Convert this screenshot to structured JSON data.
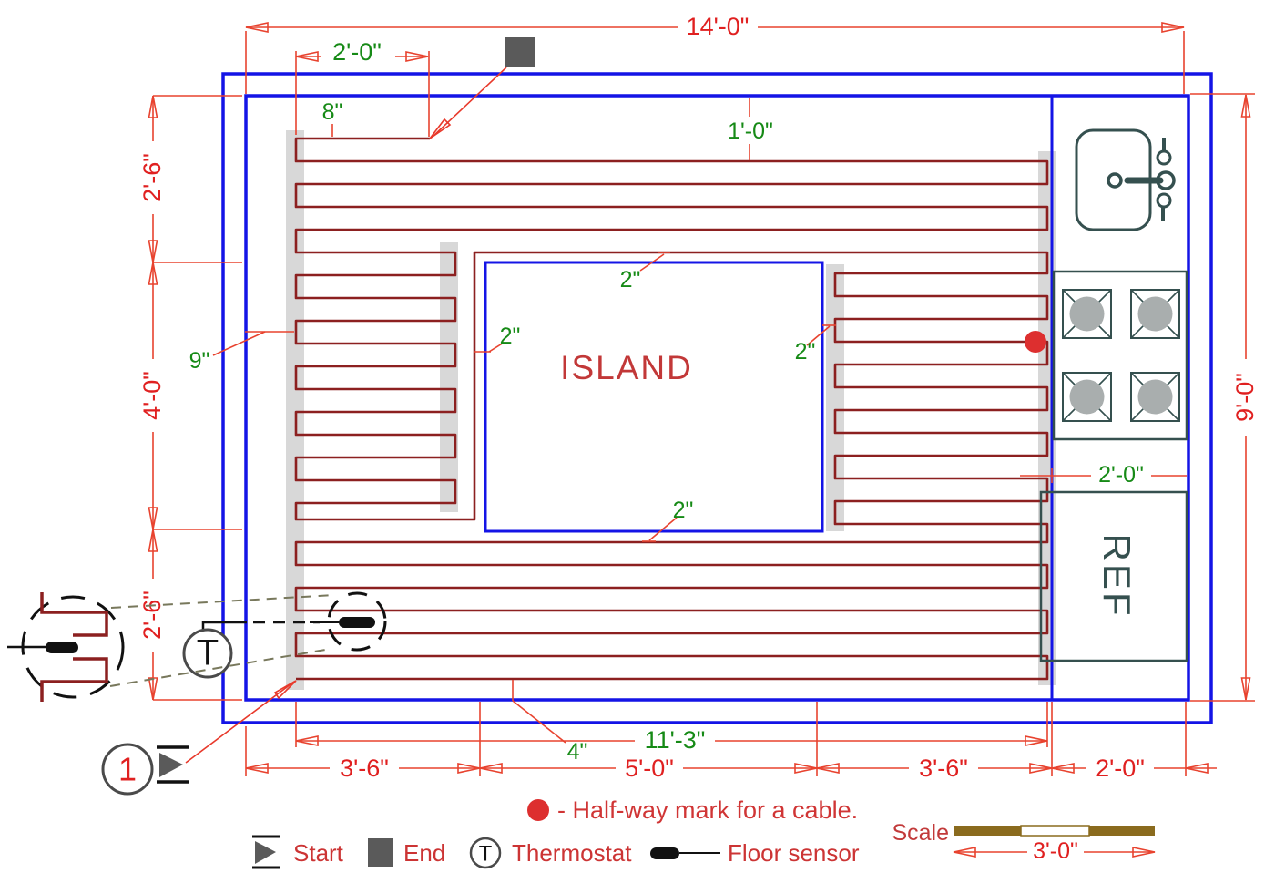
{
  "drawing_type": "floor heating cable layout plan",
  "colors": {
    "wall_blue": "#1414e6",
    "cable_red": "#8c2020",
    "dim_line_red": "#e8392b",
    "dim_text_red": "#e02020",
    "dim_text_green": "#168a16",
    "fixture_slate": "#35504f",
    "strip_gray": "#d8d8d8",
    "symbol_gray": "#5a5a5a",
    "scale_gold": "#8a6b1e",
    "halfway_red": "#dd2f2f",
    "island_text_red": "#c23838"
  },
  "dimensions": {
    "room_width": "14'-0\"",
    "cable_end_offset": "2'-0\"",
    "top_gap": "8\"",
    "second_row_gap": "1'-0\"",
    "left_upper": "2'-6\"",
    "left_middle": "4'-0\"",
    "left_lower": "2'-6\"",
    "left_wall_gap": "9\"",
    "room_height": "9'-0\"",
    "ref_width": "2'-0\"",
    "heated_width": "11'-3\"",
    "cable_spacing": "4\"",
    "bottom_left": "3'-6\"",
    "bottom_center": "5'-0\"",
    "bottom_right": "3'-6\"",
    "bottom_counter": "2'-0\"",
    "island_gap_top": "2\"",
    "island_gap_left": "2\"",
    "island_gap_right": "2\"",
    "island_gap_bottom": "2\""
  },
  "rooms": {
    "island_label": "ISLAND",
    "ref_label": "REF"
  },
  "symbols": {
    "thermostat_letter": "T",
    "detail_number": "1"
  },
  "legend": {
    "start": "Start",
    "end": "End",
    "thermostat_symbol": "T",
    "thermostat": "Thermostat",
    "floor_sensor": "Floor sensor",
    "halfway_note": "- Half-way mark for a cable.",
    "scale_label": "Scale",
    "scale_length": "3'-0\""
  }
}
